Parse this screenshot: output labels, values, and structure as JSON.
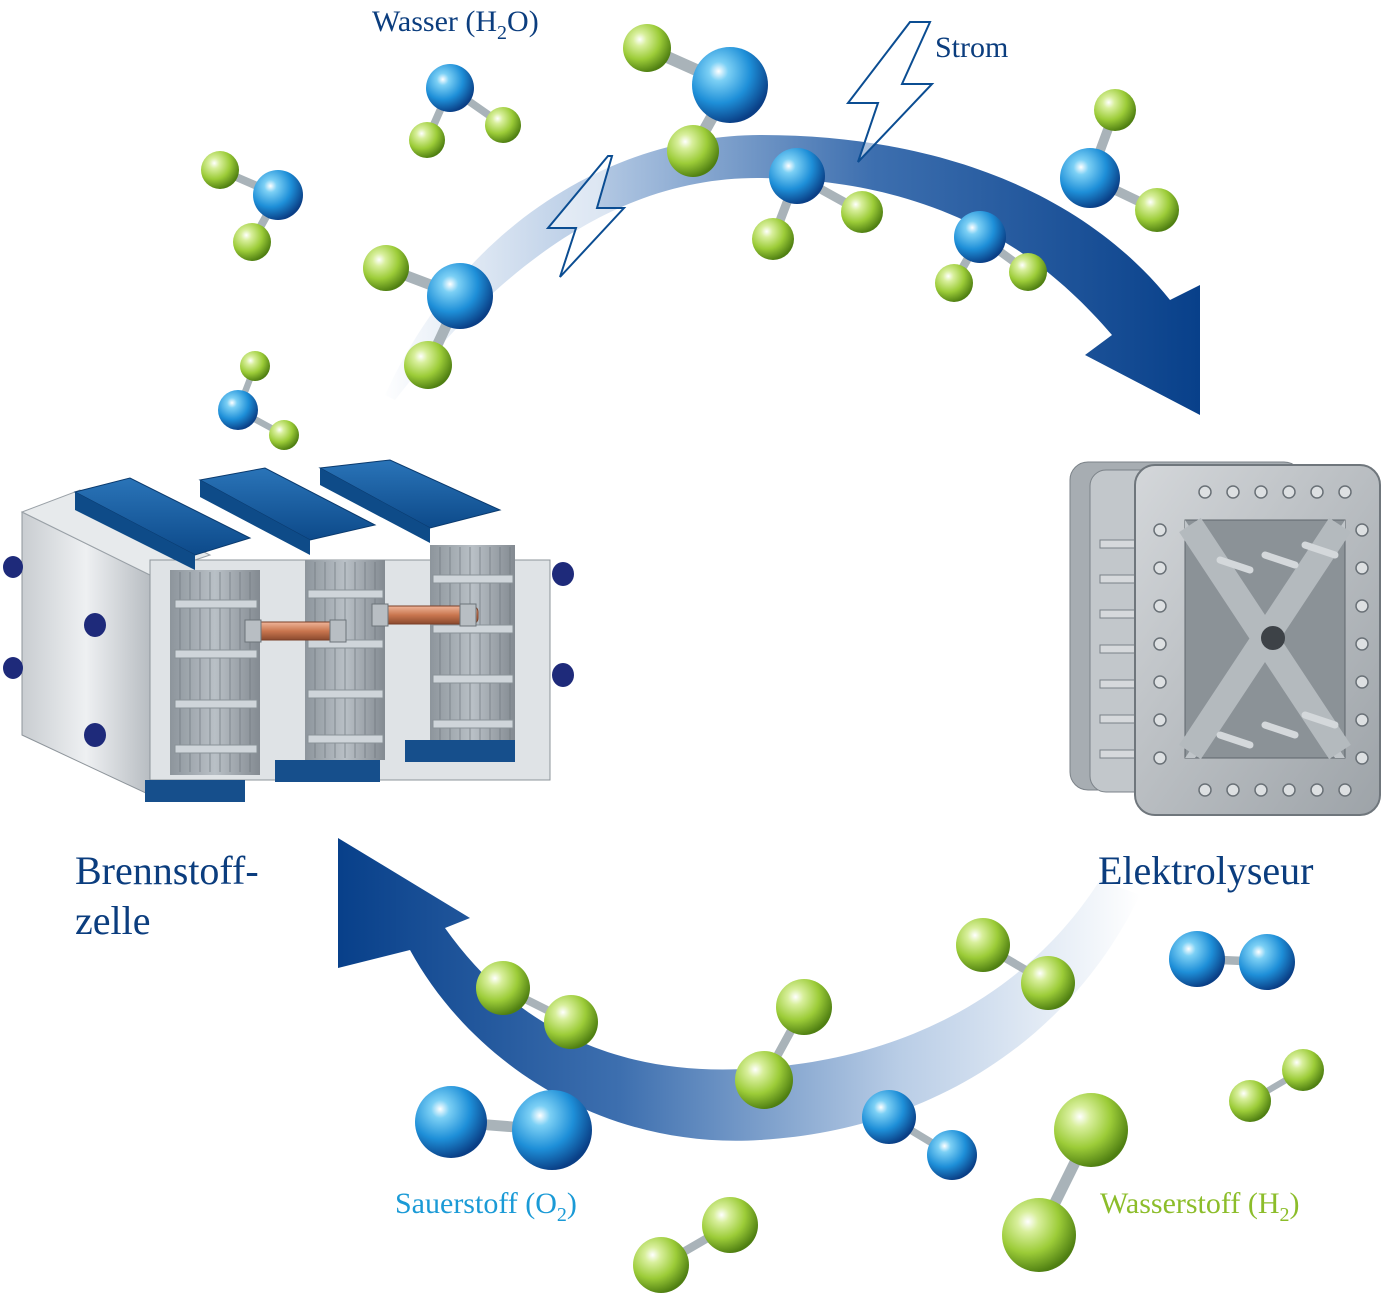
{
  "labels": {
    "water": {
      "text": "Wasser (H",
      "sub": "2",
      "tail": "O)"
    },
    "power": "Strom",
    "fuel_cell": {
      "line1": "Brennstoff-",
      "line2": "zelle"
    },
    "electrolyser": "Elektrolyseur",
    "oxygen": {
      "text": "Sauerstoff (O",
      "sub": "2",
      "tail": ")"
    },
    "hydrogen": {
      "text": "Wasserstoff (H",
      "sub": "2",
      "tail": ")"
    }
  },
  "colors": {
    "dark_blue": "#0b3d7e",
    "oxygen_blue": "#1a9ad6",
    "hydrogen_green": "#8cbd2a",
    "atom_blue": "#1e8fd8",
    "atom_green": "#9ccc38",
    "arrow_dark": "#0b3d7e",
    "arrow_light": "#eef3fa"
  },
  "icons": [
    "lightning-bolt-icon",
    "water-molecule-icon",
    "oxygen-molecule-icon",
    "hydrogen-molecule-icon",
    "fuel-cell-stack-icon",
    "electrolyser-icon"
  ]
}
